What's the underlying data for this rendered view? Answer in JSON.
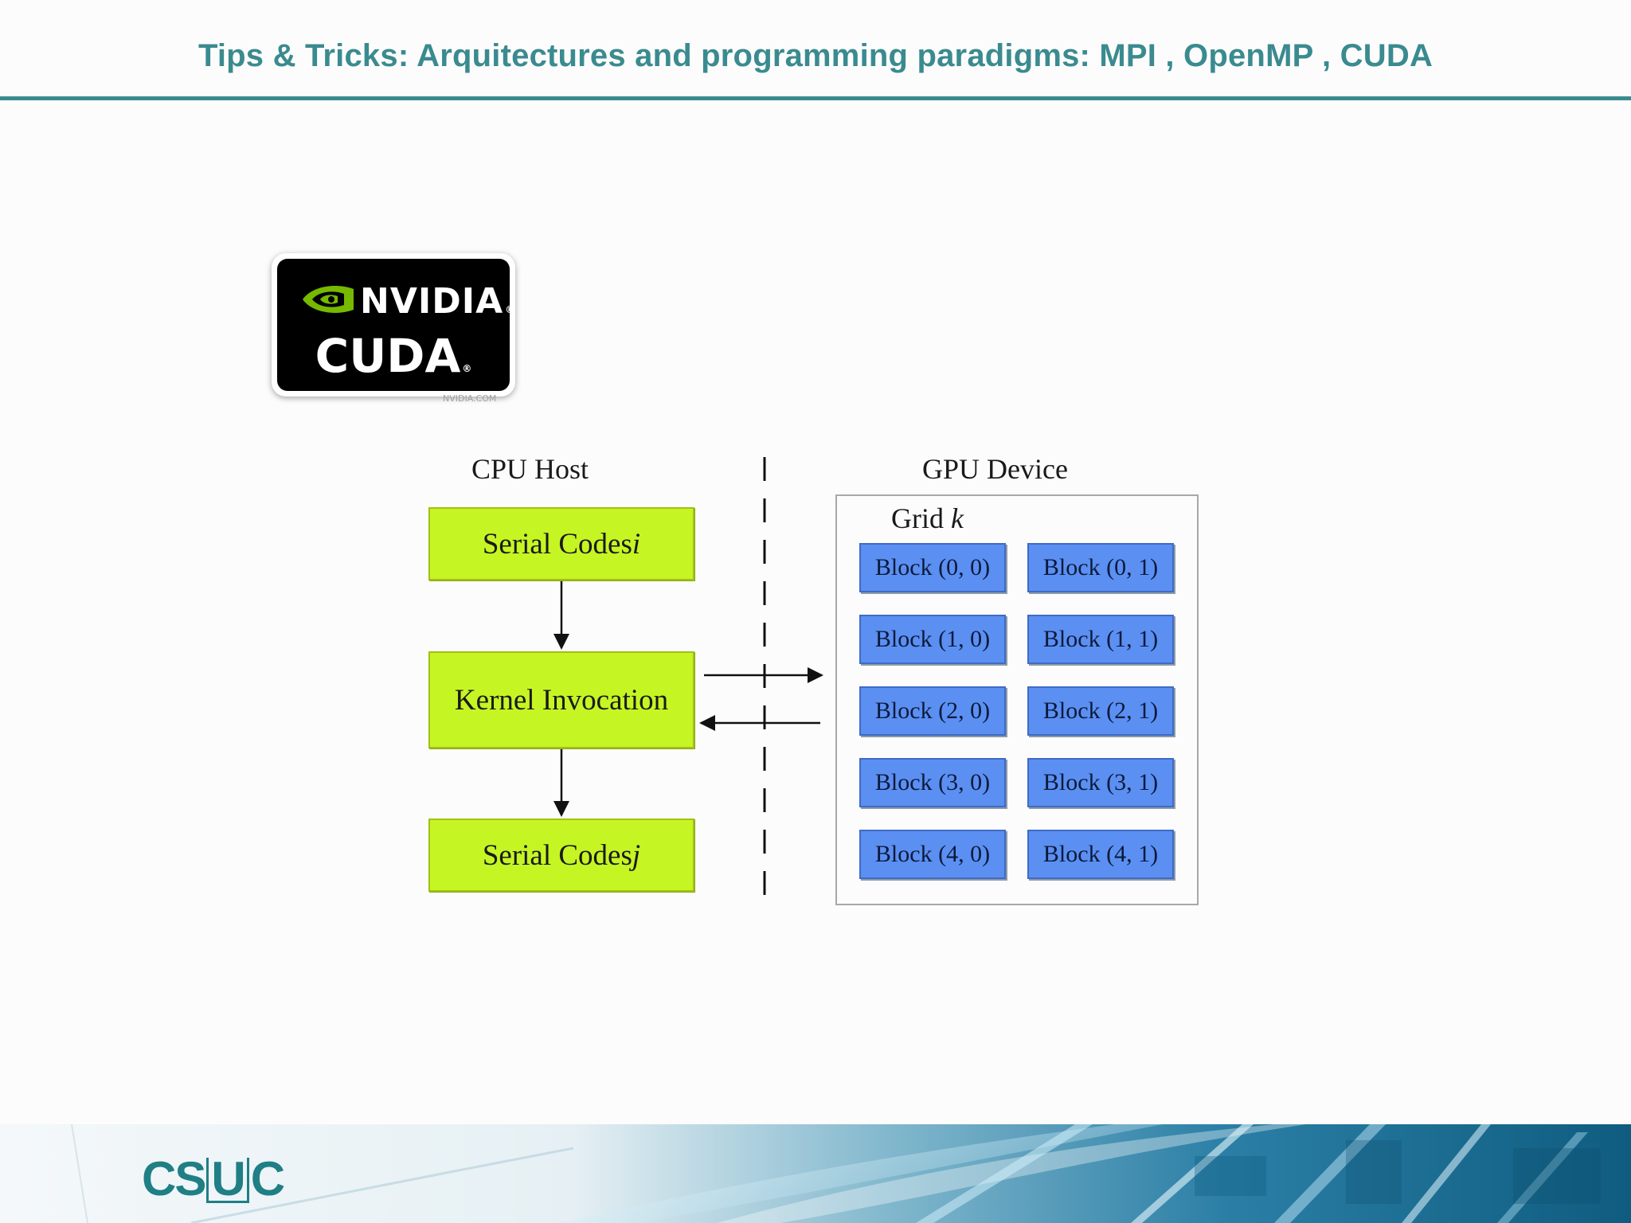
{
  "slide": {
    "title": "Tips & Tricks: Arquitectures and programming paradigms: MPI , OpenMP , CUDA"
  },
  "badge": {
    "brand": "NVIDIA",
    "product": "CUDA",
    "registered": "®",
    "url": "NVIDIA.COM",
    "eye_icon": "nvidia-eye-icon",
    "accent_color": "#76b900"
  },
  "diagram": {
    "host_label": "CPU Host",
    "device_label": "GPU Device",
    "grid_label": "Grid",
    "grid_var": "k",
    "host_boxes": [
      {
        "text": "Serial Codes ",
        "var": "i"
      },
      {
        "text": "Kernel Invocation",
        "var": ""
      },
      {
        "text": "Serial Codes ",
        "var": "j"
      }
    ],
    "blocks": [
      [
        "Block (0, 0)",
        "Block (0, 1)"
      ],
      [
        "Block (1, 0)",
        "Block (1, 1)"
      ],
      [
        "Block (2, 0)",
        "Block (2, 1)"
      ],
      [
        "Block (3, 0)",
        "Block (3, 1)"
      ],
      [
        "Block (4, 0)",
        "Block (4, 1)"
      ]
    ],
    "colors": {
      "host_box": "#c6f524",
      "block": "#5b8ff2"
    }
  },
  "footer": {
    "logo_pre": "CS",
    "logo_u": "U",
    "logo_post": "C",
    "brand_color": "#1f7f85"
  }
}
